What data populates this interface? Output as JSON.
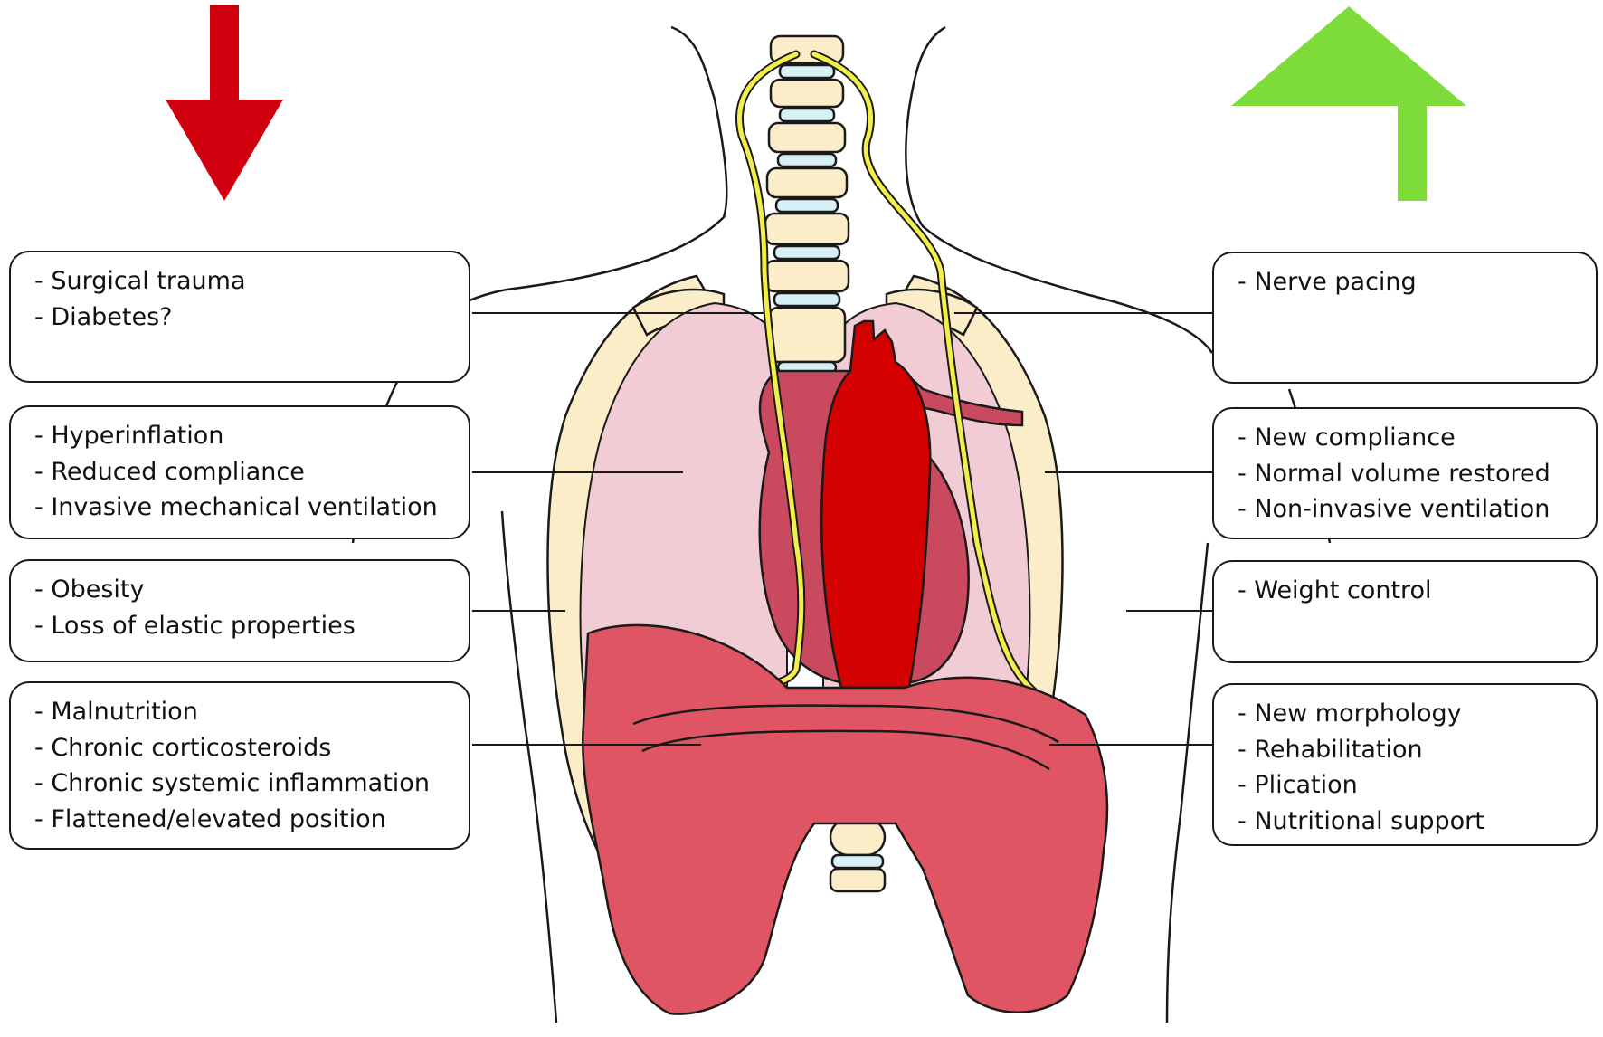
{
  "colors": {
    "decrease_arrow": "#d0000f",
    "increase_arrow": "#7ddc3a",
    "bone": "#fbedc8",
    "cartilage": "#d7f0f6",
    "lung": "#f1ccd5",
    "heart": "#c94a5e",
    "aorta": "#d40000",
    "diaphragm": "#e05563",
    "nerve": "#f3ef4a",
    "outline": "#1a1a1a"
  },
  "arrows": {
    "left": {
      "icon": "arrow-down-icon",
      "meaning": "decrease"
    },
    "right": {
      "icon": "arrow-up-icon",
      "meaning": "increase"
    }
  },
  "left_boxes": [
    {
      "items": [
        "- Surgical trauma",
        "- Diabetes?"
      ]
    },
    {
      "items": [
        "- Hyperinflation",
        "- Reduced compliance",
        "- Invasive mechanical ventilation"
      ]
    },
    {
      "items": [
        "- Obesity",
        "- Loss of elastic properties"
      ]
    },
    {
      "items": [
        "- Malnutrition",
        "- Chronic corticosteroids",
        "- Chronic systemic inflammation",
        "- Flattened/elevated position"
      ]
    }
  ],
  "right_boxes": [
    {
      "items": [
        "- Nerve pacing"
      ]
    },
    {
      "items": [
        "- New compliance",
        "- Normal volume restored",
        "- Non-invasive ventilation"
      ]
    },
    {
      "items": [
        "- Weight control"
      ]
    },
    {
      "items": [
        "- New morphology",
        "- Rehabilitation",
        "- Plication",
        "- Nutritional support"
      ]
    }
  ]
}
